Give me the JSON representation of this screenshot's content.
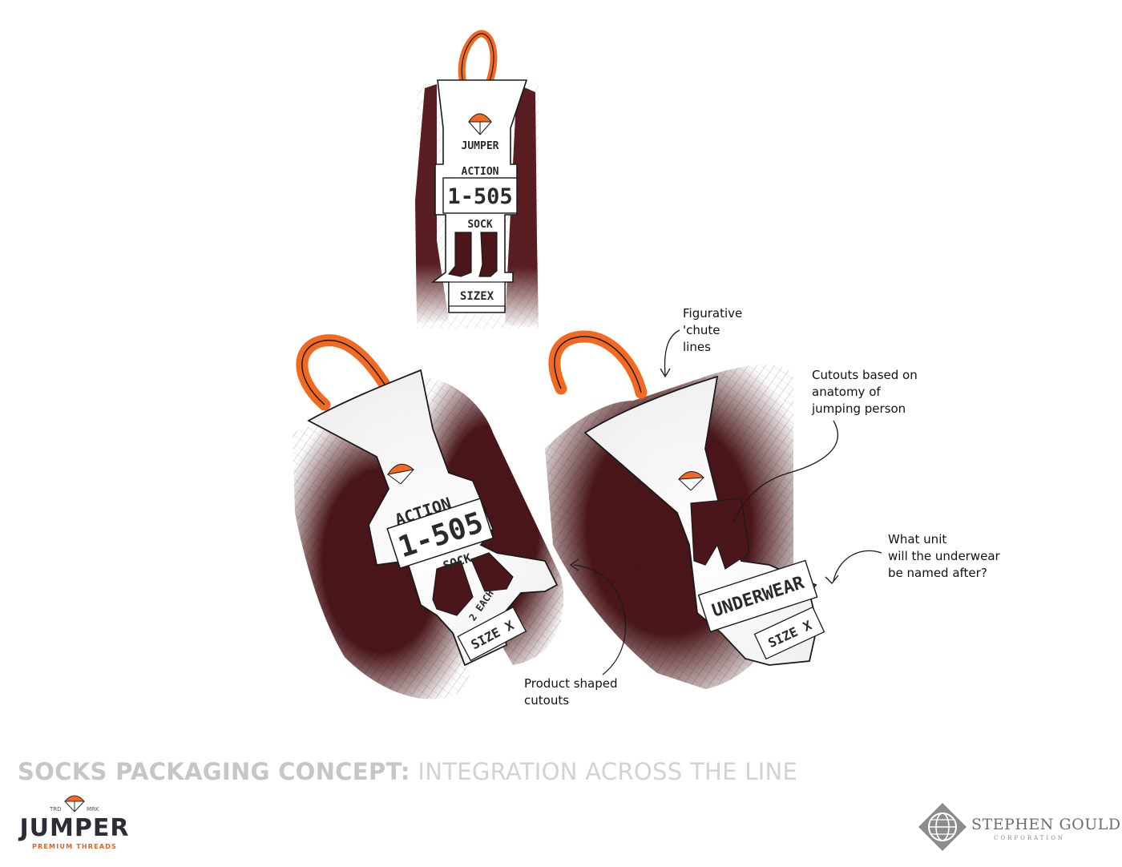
{
  "packages": {
    "small": {
      "brand": "JUMPER",
      "line1": "ACTION",
      "number": "1-505",
      "line2": "SOCK",
      "size": "SIZEX"
    },
    "sock": {
      "line1": "ACTION",
      "number": "1-505",
      "line2": "SOCK",
      "count": "2 EACH",
      "size": "SIZE X"
    },
    "underwear": {
      "label": "UNDERWEAR",
      "size": "SIZE X"
    }
  },
  "annotations": {
    "chute_lines": [
      "Figurative",
      "'chute",
      "lines"
    ],
    "cutouts_anatomy": [
      "Cutouts based on",
      "anatomy of",
      "jumping person"
    ],
    "unit_question": [
      "What unit",
      "will the underwear",
      "be named after?"
    ],
    "product_cutouts": [
      "Product shaped",
      "cutouts"
    ]
  },
  "footer": {
    "title_bold": "SOCKS PACKAGING CONCEPT:",
    "title_light": "INTEGRATION ACROSS THE LINE",
    "brand_name": "JUMPER",
    "brand_tagline": "PREMIUM THREADS",
    "brand_mark_left": "TRD",
    "brand_mark_right": "MRK",
    "corp_name": "STEPHEN GOULD",
    "corp_sub": "CORPORATION"
  },
  "colors": {
    "fabric": "#5a1e22",
    "hanger": "#f26a21",
    "card": "#ffffff",
    "ink": "#1a1a1a"
  }
}
